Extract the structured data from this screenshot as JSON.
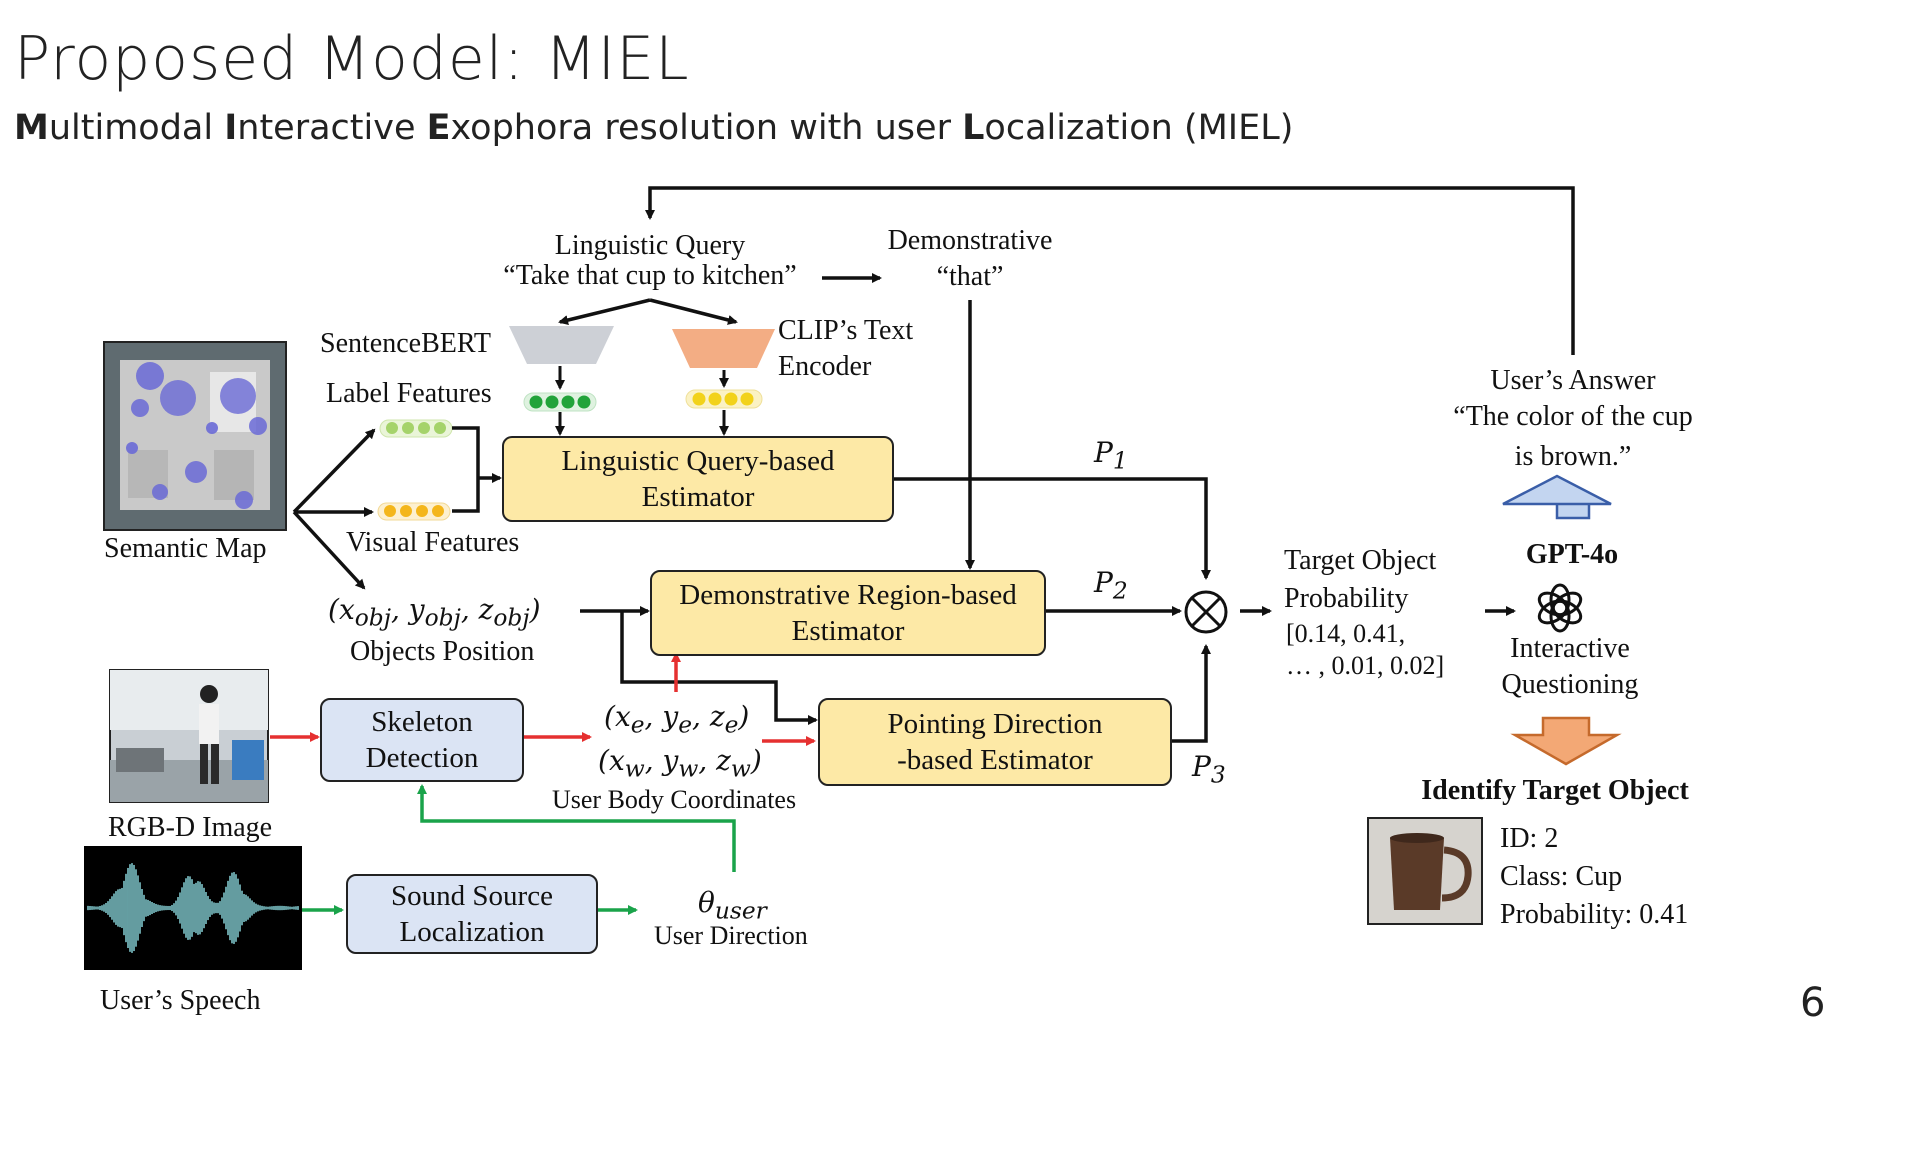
{
  "slide": {
    "title": "Proposed Model: MIEL",
    "subtitle_parts": [
      {
        "bold": "M",
        "rest": "ultimodal "
      },
      {
        "bold": "I",
        "rest": "nteractive "
      },
      {
        "bold": "E",
        "rest": "xophora resolution with user "
      },
      {
        "bold": "L",
        "rest": "ocalization (MIEL)"
      }
    ],
    "page_number": "6"
  },
  "inputs": {
    "semantic_map": "Semantic Map",
    "rgbd_image": "RGB-D Image",
    "users_speech": "User’s Speech"
  },
  "query": {
    "title": "Linguistic Query",
    "text": "“Take that cup to kitchen”",
    "demonstrative_title": "Demonstrative",
    "demonstrative_word": "“that”"
  },
  "encoders": {
    "sentencebert": "SentenceBERT",
    "clip_line1": "CLIP’s Text",
    "clip_line2": "Encoder",
    "label_features": "Label Features",
    "visual_features": "Visual Features"
  },
  "objects": {
    "position_math": "(x_obj, y_obj, z_obj)",
    "position_label": "Objects Position"
  },
  "modules": {
    "linguistic_line1": "Linguistic Query-based",
    "linguistic_line2": "Estimator",
    "demonstrative_line1": "Demonstrative Region-based",
    "demonstrative_line2": "Estimator",
    "pointing_line1": "Pointing Direction",
    "pointing_line2": "-based Estimator",
    "skeleton_line1": "Skeleton",
    "skeleton_line2": "Detection",
    "sound_line1": "Sound Source",
    "sound_line2": "Localization"
  },
  "body_coords": {
    "eye_math": "(x_e, y_e, z_e)",
    "wrist_math": "(x_w, y_w, z_w)",
    "label": "User Body Coordinates"
  },
  "direction": {
    "theta_math": "θ_user",
    "label": "User Direction"
  },
  "probabilities": {
    "p1": "P1",
    "p2": "P2",
    "p3": "P3",
    "combine_symbol": "⊗",
    "target_line1": "Target Object",
    "target_line2": "Probability",
    "values_line1": "[0.14, 0.41,",
    "values_line2": "… , 0.01, 0.02]"
  },
  "interaction": {
    "answer_title": "User’s Answer",
    "answer_line1": "“The color of the cup",
    "answer_line2": "is brown.”",
    "gpt": "GPT-4o",
    "iq_line1": "Interactive",
    "iq_line2": "Questioning",
    "identify": "Identify Target Object",
    "result_id": "ID: 2",
    "result_class": "Class: Cup",
    "result_probability": "Probability: 0.41"
  },
  "colors": {
    "label_dots": "#22a33a",
    "clip_dots": "#f2d21a",
    "visual_dots": "#f4b61b",
    "module_fill": "#fde9a6",
    "perception_fill": "#dbe4f4",
    "red_arrow": "#e53030",
    "green_arrow": "#1aa34a",
    "up_arrow_fill": "#c3d5f0",
    "down_arrow_fill": "#f3a875",
    "sentencebert_fill": "#cdd0d6",
    "clip_fill": "#f3ad84"
  },
  "icons": {
    "openai": "openai-logo-icon",
    "cup": "brown-cup-image"
  }
}
